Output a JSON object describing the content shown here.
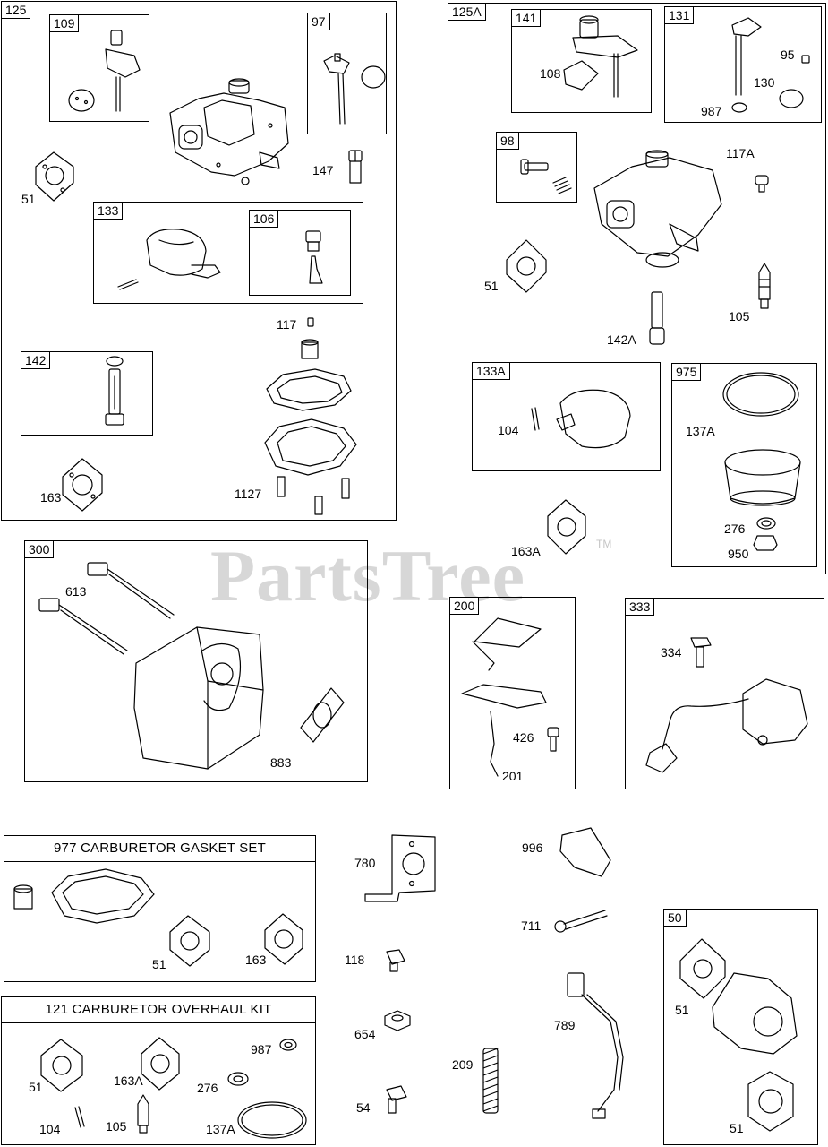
{
  "watermark": {
    "brand": "PartsTree",
    "mark": "TM"
  },
  "boxes": {
    "b125": "125",
    "b109": "109",
    "b97": "97",
    "b133": "133",
    "b106": "106",
    "b142": "142",
    "b125a": "125A",
    "b141": "141",
    "b131": "131",
    "b98": "98",
    "b133a": "133A",
    "b975": "975",
    "b300": "300",
    "b200": "200",
    "b333": "333",
    "b50": "50"
  },
  "kits": {
    "gasket_set": "977 CARBURETOR GASKET SET",
    "overhaul_kit": "121 CARBURETOR OVERHAUL KIT"
  },
  "labels": {
    "p51_a": "51",
    "p147": "147",
    "p117": "117",
    "p163_a": "163",
    "p1127": "1127",
    "p108": "108",
    "p95": "95",
    "p130": "130",
    "p987_a": "987",
    "p117a": "117A",
    "p51_b": "51",
    "p105_a": "105",
    "p142a": "142A",
    "p104_a": "104",
    "p137a_a": "137A",
    "p276_a": "276",
    "p950": "950",
    "p163a_a": "163A",
    "p613": "613",
    "p883": "883",
    "p426": "426",
    "p201": "201",
    "p334": "334",
    "p51_c": "51",
    "p163_b": "163",
    "p780": "780",
    "p118": "118",
    "p654": "654",
    "p54": "54",
    "p996": "996",
    "p711": "711",
    "p789": "789",
    "p209": "209",
    "p51_d": "51",
    "p51_e": "51",
    "p987_b": "987",
    "p51_f": "51",
    "p163a_b": "163A",
    "p276_b": "276",
    "p104_b": "104",
    "p105_b": "105",
    "p137a_b": "137A"
  }
}
